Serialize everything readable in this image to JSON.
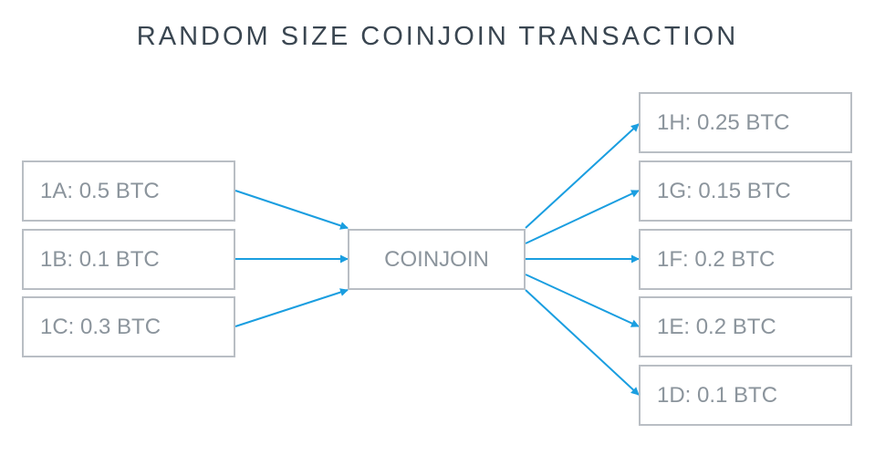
{
  "title": "RANDOM SIZE COINJOIN TRANSACTION",
  "center_label": "COINJOIN",
  "inputs": [
    {
      "label": "1A: 0.5 BTC"
    },
    {
      "label": "1B: 0.1 BTC"
    },
    {
      "label": "1C: 0.3 BTC"
    }
  ],
  "outputs": [
    {
      "label": "1H: 0.25 BTC"
    },
    {
      "label": "1G: 0.15 BTC"
    },
    {
      "label": "1F: 0.2 BTC"
    },
    {
      "label": "1E: 0.2 BTC"
    },
    {
      "label": "1D: 0.1 BTC"
    }
  ],
  "colors": {
    "arrow": "#1a9ee0",
    "box_border": "#b9bec4",
    "box_text": "#8b949c",
    "title": "#3a4651"
  }
}
